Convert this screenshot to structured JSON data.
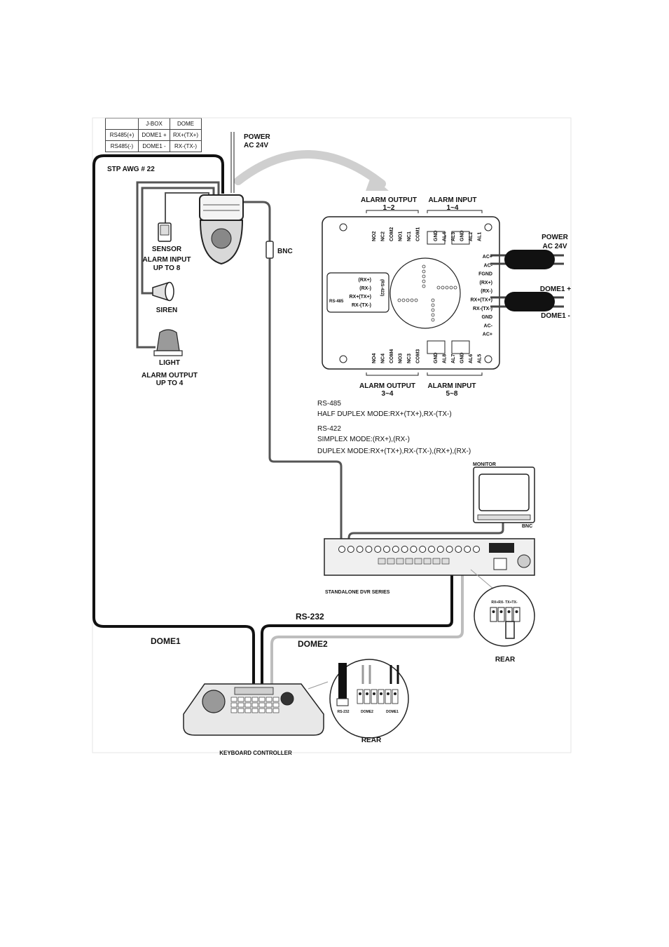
{
  "wiring_table": {
    "headers": [
      "",
      "J-BOX",
      "DOME"
    ],
    "rows": [
      [
        "RS485(+)",
        "DOME1 +",
        "RX+(TX+)"
      ],
      [
        "RS485(-)",
        "DOME1 -",
        "RX-(TX-)"
      ]
    ]
  },
  "labels": {
    "stp": "STP AWG # 22",
    "power_dome": "POWER",
    "power_dome_v": "AC 24V",
    "bnc_cable": "BNC",
    "sensor": "SENSOR",
    "alarm_input_up": "ALARM INPUT",
    "alarm_input_up2": "UP TO 8",
    "siren": "SIREN",
    "light": "LIGHT",
    "alarm_output_up": "ALARM OUTPUT",
    "alarm_output_up2": "UP TO 4",
    "ao_top": "ALARM OUTPUT",
    "ao_top_range": "1~2",
    "ai_top": "ALARM INPUT",
    "ai_top_range": "1~4",
    "ao_bottom": "ALARM OUTPUT",
    "ao_bottom_range": "3~4",
    "ai_bottom": "ALARM INPUT",
    "ai_bottom_range": "5~8",
    "power_board": "POWER",
    "power_board_v": "AC 24V",
    "dome1_plus": "DOME1 +",
    "dome1_minus": "DOME1 -",
    "rs485_box": "RS-485",
    "rs422_box": "(RS-422)",
    "note_rs485": "RS-485",
    "note_half": "HALF DUPLEX MODE:RX+(TX+),RX-(TX-)",
    "note_rs422": "RS-422",
    "note_simplex": "SIMPLEX MODE:(RX+),(RX-)",
    "note_duplex": "DUPLEX MODE:RX+(TX+),RX-(TX-),(RX+),(RX-)",
    "monitor": "MONITOR",
    "monitor_bnc": "BNC",
    "dvr": "STANDALONE DVR SERIES",
    "rs232": "RS-232",
    "dome1": "DOME1",
    "dome2": "DOME2",
    "rear_dvr": "REAR",
    "dvr_pins": "RX+RX- TX+TX-",
    "rear_kb": "REAR",
    "kb_rs232": "RS-232",
    "kb_dome2": "DOME2",
    "kb_dome1": "DOME1",
    "keyboard": "KEYBOARD CONTROLLER"
  },
  "board": {
    "top_left_pins": [
      "NO2",
      "NC2",
      "COM2",
      "NO1",
      "NC1",
      "COM1"
    ],
    "top_right_pins": [
      "GND",
      "AL4",
      "AL3",
      "GND",
      "AL2",
      "AL1"
    ],
    "bottom_left_pins": [
      "NO4",
      "NC4",
      "COM4",
      "NO3",
      "NC3",
      "COM3"
    ],
    "bottom_right_pins": [
      "GND",
      "AL8",
      "AL7",
      "GND",
      "AL6",
      "AL5"
    ],
    "right_terms": [
      "AC+",
      "AC-",
      "FGND",
      "(RX+)",
      "(RX-)",
      "RX+(TX+)",
      "RX-(TX-)",
      "GND",
      "AC-",
      "AC+"
    ],
    "rs_box_terms": [
      "(RX+)",
      "(RX-)",
      "RX+(TX+)",
      "RX-(TX-)"
    ]
  },
  "colors": {
    "line": "#111111",
    "grey_wire": "#555555",
    "light_grey": "#bdbdbd"
  }
}
